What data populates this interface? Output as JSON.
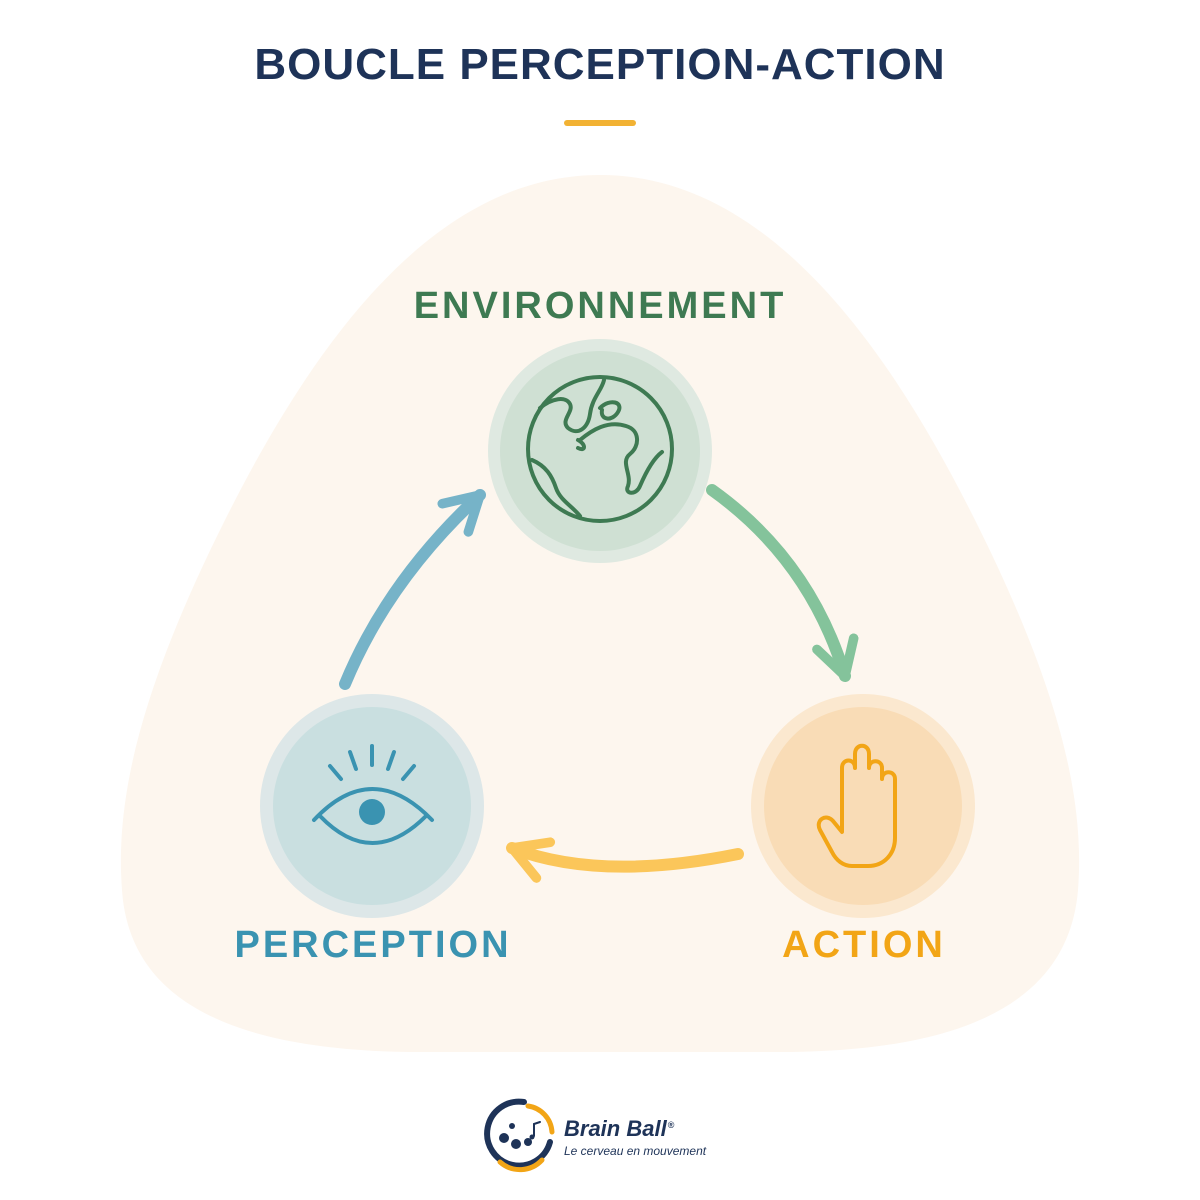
{
  "title": "BOUCLE PERCEPTION-ACTION",
  "nodes": {
    "environment": {
      "label": "ENVIRONNEMENT",
      "icon": "globe-icon"
    },
    "perception": {
      "label": "PERCEPTION",
      "icon": "eye-icon"
    },
    "action": {
      "label": "ACTION",
      "icon": "hand-icon"
    }
  },
  "cycle": [
    "environment",
    "action",
    "perception"
  ],
  "colors": {
    "title": "#1e3358",
    "accent": "#f2b233",
    "environment": "#3e7a52",
    "perception": "#3a93b1",
    "action": "#f2a516",
    "background_blob": "#fdf6ee"
  },
  "logo": {
    "name": "Brain Ball",
    "registered": "®",
    "tagline": "Le cerveau en mouvement"
  }
}
